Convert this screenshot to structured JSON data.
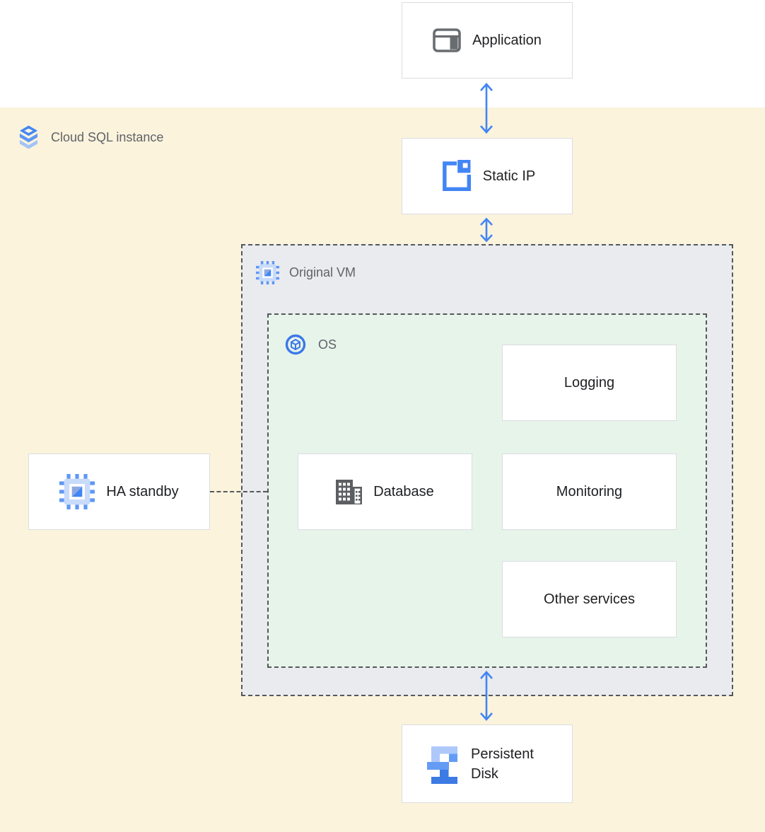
{
  "diagram": {
    "regions": {
      "cloud_sql": {
        "label": "Cloud SQL instance",
        "icon": "cloud-sql-icon"
      },
      "original_vm": {
        "label": "Original VM",
        "icon": "compute-engine-icon"
      },
      "os": {
        "label": "OS",
        "icon": "os-icon"
      }
    },
    "nodes": {
      "application": {
        "label": "Application",
        "icon": "application-window-icon"
      },
      "static_ip": {
        "label": "Static IP",
        "icon": "external-ip-icon"
      },
      "ha_standby": {
        "label": "HA standby",
        "icon": "compute-engine-icon"
      },
      "database": {
        "label": "Database",
        "icon": "database-icon"
      },
      "logging": {
        "label": "Logging"
      },
      "monitoring": {
        "label": "Monitoring"
      },
      "other_services": {
        "label": "Other services"
      },
      "persistent_disk": {
        "label": "Persistent Disk",
        "icon": "persistent-disk-icon"
      }
    },
    "edges": [
      {
        "from": "application",
        "to": "static_ip",
        "style": "double-arrow"
      },
      {
        "from": "static_ip",
        "to": "original_vm",
        "style": "double-arrow"
      },
      {
        "from": "os",
        "to": "persistent_disk",
        "style": "double-arrow"
      },
      {
        "from": "ha_standby",
        "to": "original_vm",
        "style": "dashed-line"
      }
    ],
    "colors": {
      "top_band": "#FFFFFF",
      "cloud_sql_background": "#FBF3DC",
      "vm_background": "#E9EBEE",
      "os_background": "#E6F4EA",
      "node_background": "#FFFFFF",
      "node_border": "#DBDDE1",
      "dashed_border": "#55585B",
      "arrow_blue": "#4285F4",
      "node_text": "#202124",
      "region_text": "#5F6368"
    }
  }
}
